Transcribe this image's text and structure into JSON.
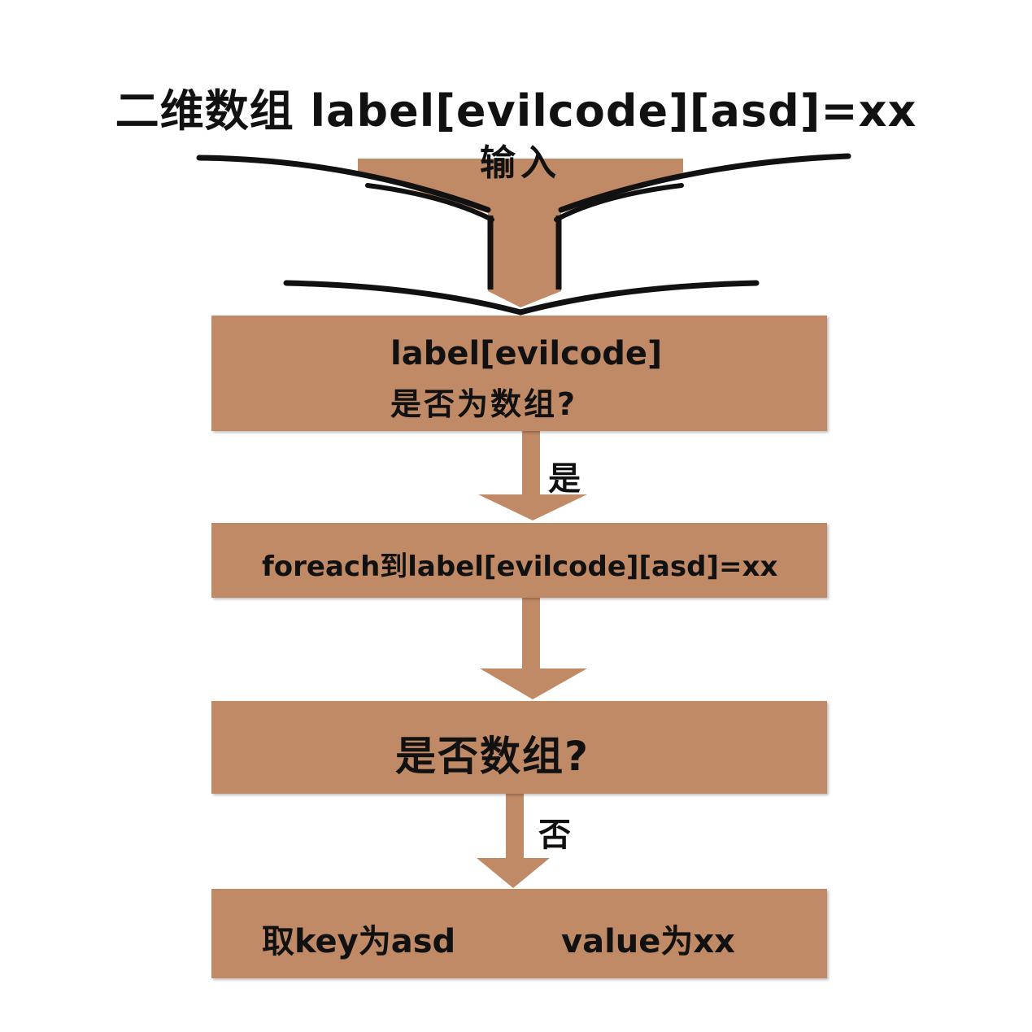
{
  "title": "二维数组 label[evilcode][asd]=xx",
  "input_label": "输入",
  "colors": {
    "box_fill": "#c08a66",
    "arrow_fill": "#c08a66",
    "outline": "#111111",
    "text": "#111111"
  },
  "steps": [
    {
      "line1": "label[evilcode]",
      "line2": "是否为数组?"
    },
    {
      "line1": "foreach到label[evilcode][asd]=xx"
    },
    {
      "line1": "是否数组?"
    },
    {
      "left": "取key为asd",
      "right": "value为xx"
    }
  ],
  "branches": {
    "yes": "是",
    "no": "否"
  }
}
